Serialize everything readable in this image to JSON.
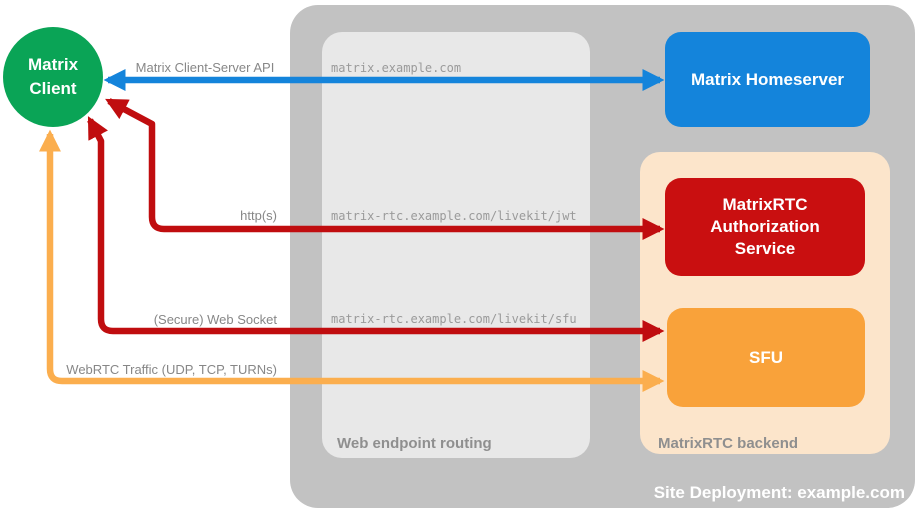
{
  "colors": {
    "client_green": "#0aa456",
    "homeserver_blue": "#1484db",
    "auth_red": "#c90f10",
    "sfu_orange": "#f9a23a",
    "backend_peach": "#fce5cb",
    "deployment_gray": "#c2c2c2",
    "routing_gray": "#e8e8e8",
    "arrow_blue": "#1484db",
    "arrow_red": "#c00d0f",
    "arrow_orange": "#fbae4e",
    "label_gray": "#878787"
  },
  "nodes": {
    "client": {
      "label": "Matrix Client"
    },
    "homeserver": {
      "label": "Matrix Homeserver"
    },
    "auth_service": {
      "label": "MatrixRTC Authorization Service"
    },
    "sfu": {
      "label": "SFU"
    }
  },
  "containers": {
    "site_deployment": {
      "label": "Site Deployment: example.com"
    },
    "web_endpoint_routing": {
      "label": "Web endpoint routing"
    },
    "matrixrtc_backend": {
      "label": "MatrixRTC backend"
    }
  },
  "connections": [
    {
      "protocol": "Matrix Client-Server API",
      "endpoint": "matrix.example.com",
      "from": "Matrix Client",
      "to": "Matrix Homeserver",
      "color": "#1484db",
      "bidirectional": true
    },
    {
      "protocol": "http(s)",
      "endpoint": "matrix-rtc.example.com/livekit/jwt",
      "from": "Matrix Client",
      "to": "MatrixRTC Authorization Service",
      "color": "#c00d0f",
      "bidirectional": true
    },
    {
      "protocol": "(Secure) Web Socket",
      "endpoint": "matrix-rtc.example.com/livekit/sfu",
      "from": "Matrix Client",
      "to": "SFU",
      "color": "#c00d0f",
      "bidirectional": true
    },
    {
      "protocol": "WebRTC Traffic (UDP, TCP, TURNs)",
      "endpoint": "",
      "from": "Matrix Client",
      "to": "SFU",
      "color": "#fbae4e",
      "bidirectional": true
    }
  ]
}
